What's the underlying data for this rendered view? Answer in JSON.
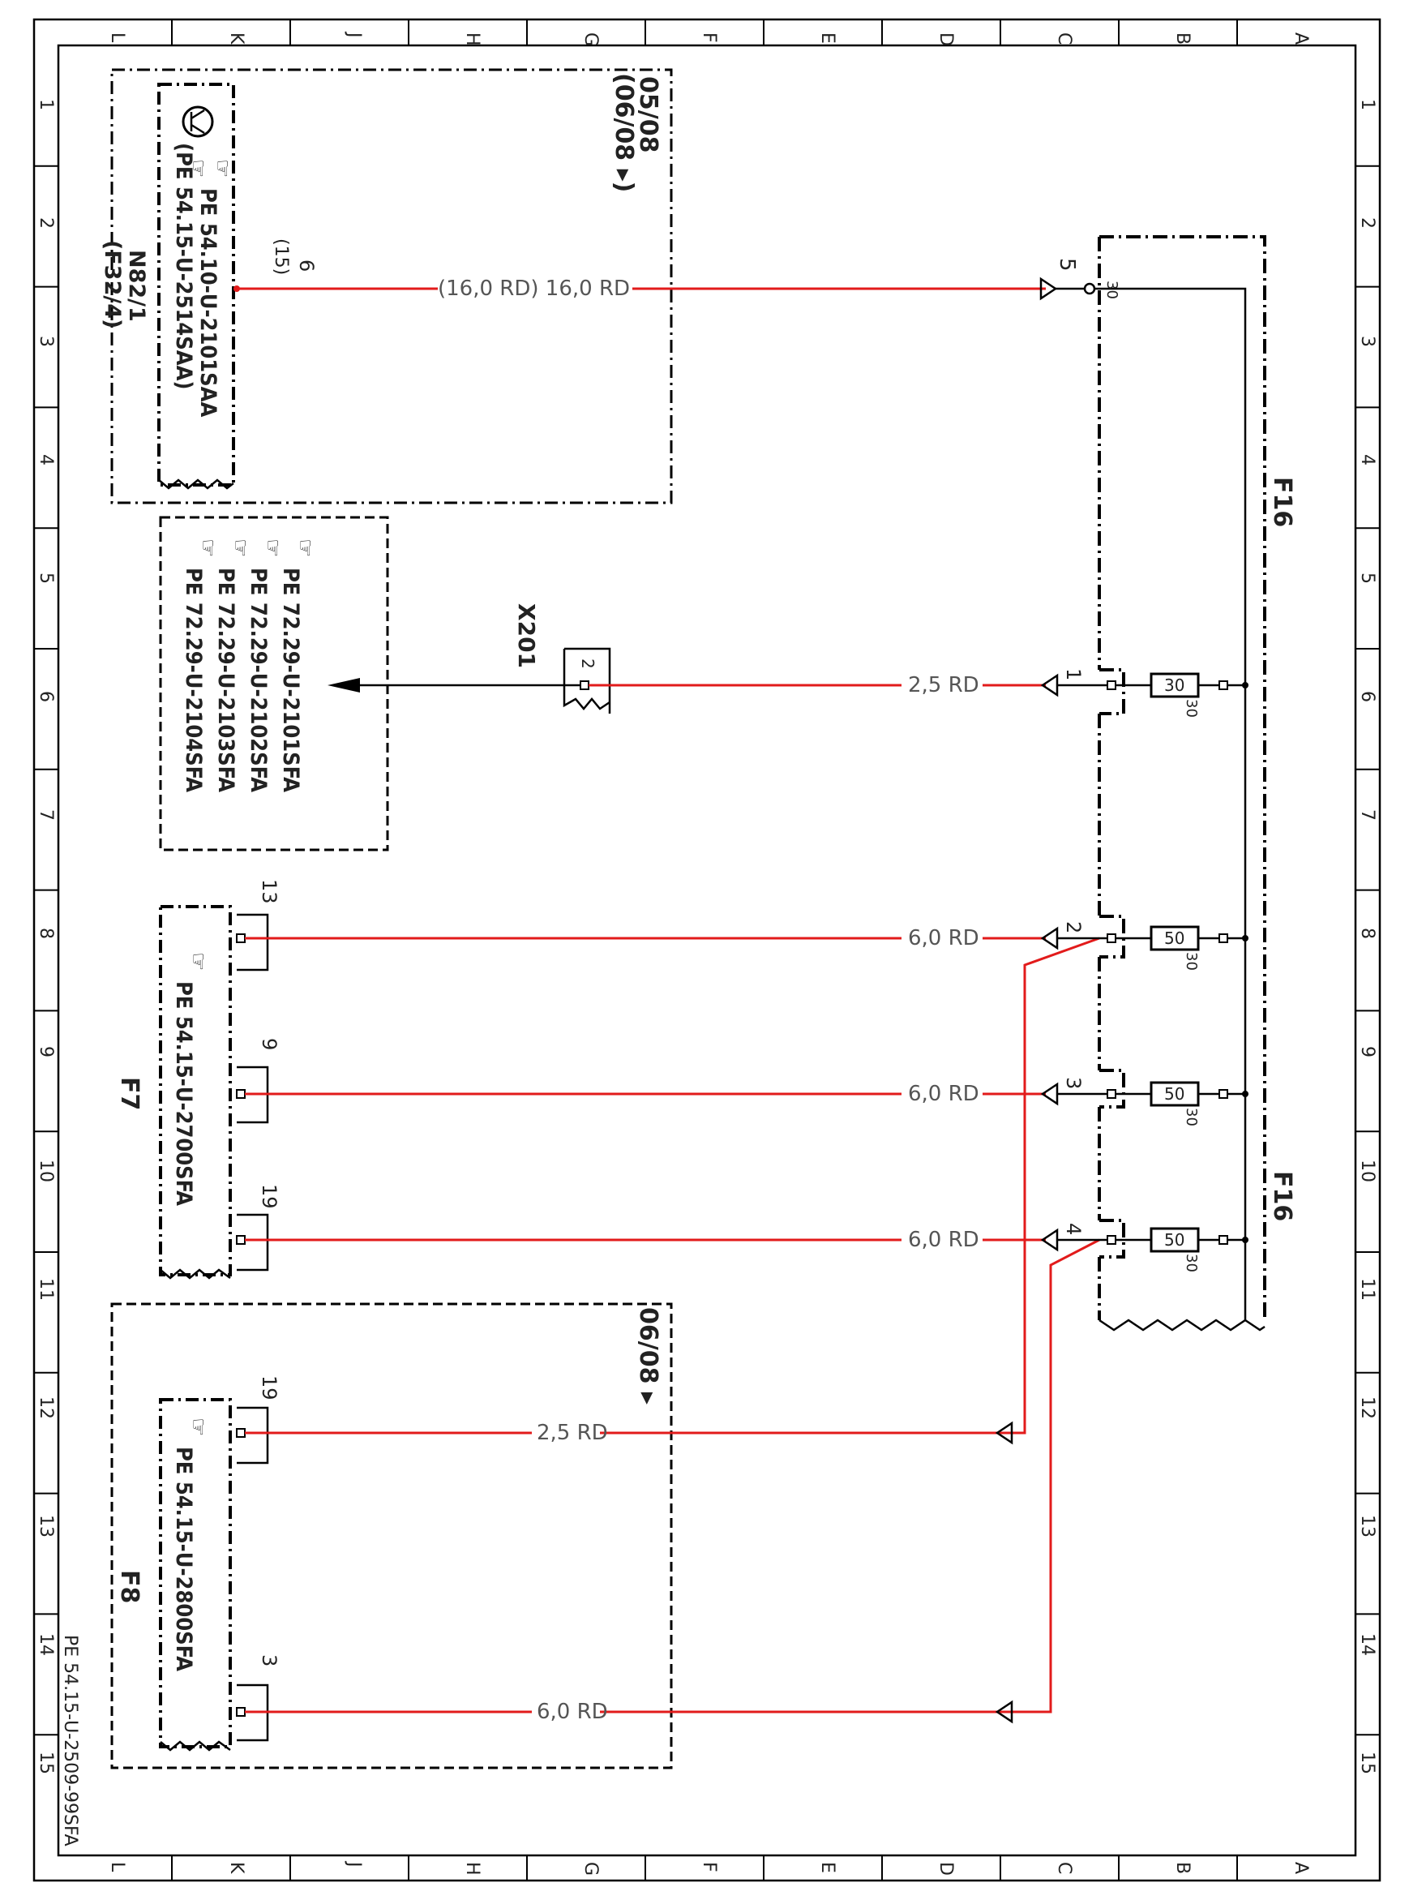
{
  "grid": {
    "letters": [
      "L",
      "K",
      "J",
      "H",
      "G",
      "F",
      "E",
      "D",
      "C",
      "B",
      "A"
    ],
    "numbers": [
      "1",
      "2",
      "3",
      "4",
      "5",
      "6",
      "7",
      "8",
      "9",
      "10",
      "11",
      "12",
      "13",
      "14",
      "15"
    ]
  },
  "doc_ref": "PE 54.15-U-2509-99SFA",
  "n82": {
    "label": "N82/1",
    "sub": "(F32/4)",
    "ref1": "PE  54.10-U-2101SAA",
    "ref2": "(PE  54.15-U-2514SAA)",
    "date1": "05/08",
    "date2": "(06/08 ▸)",
    "pin": "6",
    "pin_alt": "(15)"
  },
  "f16": {
    "label": "F16",
    "terminal": "30",
    "connector_pin": "5"
  },
  "x201": {
    "label": "X201",
    "pin": "2"
  },
  "ref_box_72": [
    "PE  72.29-U-2101SFA",
    "PE  72.29-U-2102SFA",
    "PE  72.29-U-2103SFA",
    "PE  72.29-U-2104SFA"
  ],
  "f7": {
    "label": "F7",
    "ref": "PE  54.15-U-2700SFA",
    "pins": [
      "13",
      "9",
      "19"
    ]
  },
  "f8": {
    "label": "F8",
    "ref": "PE  54.15-U-2800SFA",
    "date": "06/08 ▸",
    "pins": [
      "19",
      "3"
    ]
  },
  "wires": {
    "main": "(16,0 RD)  16,0 RD",
    "w1": "2,5 RD",
    "w2": "6,0 RD",
    "w3": "6,0 RD",
    "w4": "6,0 RD",
    "w5": "2,5 RD",
    "w6": "6,0 RD"
  },
  "fuses": [
    {
      "rating": "30",
      "pin": "1",
      "terminal": "30"
    },
    {
      "rating": "50",
      "pin": "2",
      "terminal": "30"
    },
    {
      "rating": "50",
      "pin": "3",
      "terminal": "30"
    },
    {
      "rating": "50",
      "pin": "4",
      "terminal": "30"
    }
  ],
  "colors": {
    "wire_red": "#e21b1b",
    "line": "#000000"
  }
}
